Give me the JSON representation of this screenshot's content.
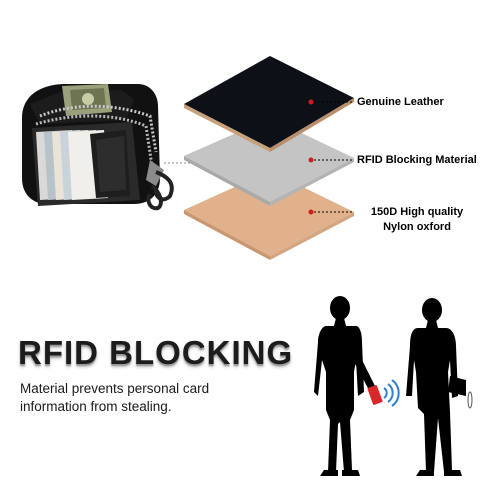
{
  "layers": [
    {
      "label": "Genuine Leather",
      "color": "#0d1117"
    },
    {
      "label": "RFID Blocking Material",
      "color": "#bdbdbd"
    },
    {
      "label_line1": "150D High quality",
      "label_line2": "Nylon oxford",
      "color": "#e0b18a"
    }
  ],
  "headline": "RFID BLOCKING",
  "description": {
    "line1": "Material prevents personal card",
    "line2": "information from stealing."
  },
  "colors": {
    "marker": "#d01c1c",
    "silhouette": "#000000",
    "card": "#d8282a",
    "signal": "#2f7fd0"
  },
  "icons": [
    "zip-wallet-icon",
    "rfid-signal-icon",
    "thief-silhouette-icon",
    "victim-silhouette-icon"
  ]
}
